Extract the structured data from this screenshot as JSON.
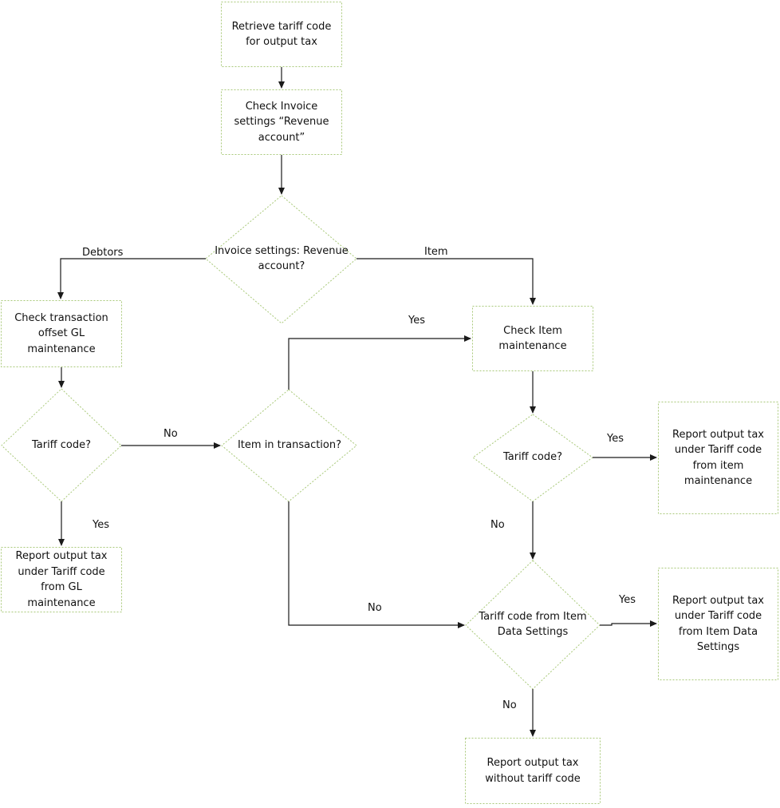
{
  "diagram": {
    "type": "flowchart",
    "colors": {
      "shape_border": "#a9c97a",
      "connector": "#1a1a1a",
      "text": "#111111"
    },
    "nodes": {
      "start": {
        "kind": "process",
        "label": "Retrieve tariff code for output tax"
      },
      "check_invoice": {
        "kind": "process",
        "label": "Check Invoice settings “Revenue account”"
      },
      "revenue_decision": {
        "kind": "decision",
        "label": "Invoice settings: Revenue account?"
      },
      "check_gl": {
        "kind": "process",
        "label": "Check transaction offset GL maintenance"
      },
      "gl_tariff_decision": {
        "kind": "decision",
        "label": "Tariff code?"
      },
      "report_gl": {
        "kind": "process",
        "label": "Report output tax under Tariff code from GL maintenance"
      },
      "item_in_tx_decision": {
        "kind": "decision",
        "label": "Item in transaction?"
      },
      "check_item": {
        "kind": "process",
        "label": "Check Item maintenance"
      },
      "item_tariff_decision": {
        "kind": "decision",
        "label": "Tariff code?"
      },
      "report_item": {
        "kind": "process",
        "label": "Report output tax under Tariff code from item maintenance"
      },
      "item_data_decision": {
        "kind": "decision",
        "label": "Tariff code from Item Data Settings"
      },
      "report_item_data": {
        "kind": "process",
        "label": "Report output tax under Tariff code from Item Data Settings"
      },
      "report_none": {
        "kind": "process",
        "label": "Report output tax without tariff code"
      }
    },
    "edges": {
      "start_to_check_invoice": {
        "from": "start",
        "to": "check_invoice",
        "label": ""
      },
      "check_invoice_to_revenue": {
        "from": "check_invoice",
        "to": "revenue_decision",
        "label": ""
      },
      "revenue_debtors": {
        "from": "revenue_decision",
        "to": "check_gl",
        "label": "Debtors"
      },
      "revenue_item": {
        "from": "revenue_decision",
        "to": "check_item",
        "label": "Item"
      },
      "check_gl_to_tariff": {
        "from": "check_gl",
        "to": "gl_tariff_decision",
        "label": ""
      },
      "gl_tariff_yes": {
        "from": "gl_tariff_decision",
        "to": "report_gl",
        "label": "Yes"
      },
      "gl_tariff_no": {
        "from": "gl_tariff_decision",
        "to": "item_in_tx_decision",
        "label": "No"
      },
      "item_in_tx_yes": {
        "from": "item_in_tx_decision",
        "to": "check_item",
        "label": "Yes"
      },
      "item_in_tx_no": {
        "from": "item_in_tx_decision",
        "to": "item_data_decision",
        "label": "No"
      },
      "check_item_to_tariff": {
        "from": "check_item",
        "to": "item_tariff_decision",
        "label": ""
      },
      "item_tariff_yes": {
        "from": "item_tariff_decision",
        "to": "report_item",
        "label": "Yes"
      },
      "item_tariff_no": {
        "from": "item_tariff_decision",
        "to": "item_data_decision",
        "label": "No"
      },
      "item_data_yes": {
        "from": "item_data_decision",
        "to": "report_item_data",
        "label": "Yes"
      },
      "item_data_no": {
        "from": "item_data_decision",
        "to": "report_none",
        "label": "No"
      }
    }
  }
}
